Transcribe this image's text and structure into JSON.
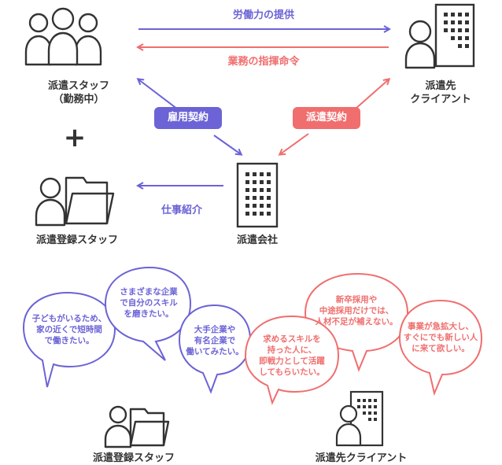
{
  "colors": {
    "blue": "#6b63d6",
    "red": "#f06e6e",
    "dark": "#333333"
  },
  "arrows": {
    "labor": "労働力の提供",
    "command": "業務の指揮命令",
    "employment": "雇用契約",
    "dispatch": "派遣契約",
    "introduction": "仕事紹介"
  },
  "labels": {
    "staff_line1": "派遣スタッフ",
    "staff_line2": "（勤務中）",
    "plus": "+",
    "registered_staff": "派遣登録スタッフ",
    "client_line1": "派遣先",
    "client_line2": "クライアント",
    "agency": "派遣会社",
    "bottom_staff": "派遣登録スタッフ",
    "bottom_client": "派遣先クライアント"
  },
  "staff_bubbles": [
    {
      "lines": [
        "子どもがいるため、",
        "家の近くで短時間",
        "で働きたい。"
      ]
    },
    {
      "lines": [
        "さまざまな企業",
        "で自分のスキル",
        "を磨きたい。"
      ]
    },
    {
      "lines": [
        "大手企業や",
        "有名企業で",
        "働いてみたい。"
      ]
    }
  ],
  "client_bubbles": [
    {
      "lines": [
        "新卒採用や",
        "中途採用だけでは、",
        "人材不足が補えない。"
      ]
    },
    {
      "lines": [
        "求めるスキルを",
        "持った人に、",
        "即戦力として活躍",
        "してもらいたい。"
      ]
    },
    {
      "lines": [
        "事業が急拡大し、",
        "すぐにでも新しい人",
        "に来て欲しい。"
      ]
    }
  ]
}
